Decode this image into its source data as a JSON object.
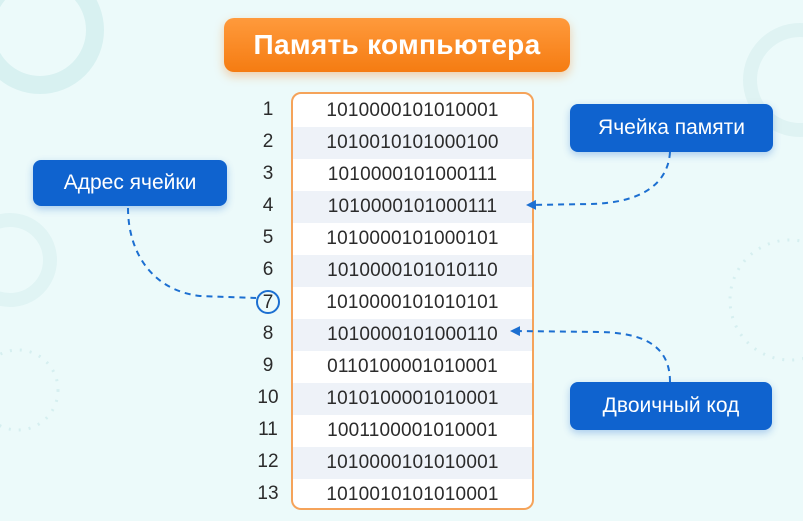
{
  "title": "Память компьютера",
  "labels": {
    "address": "Адрес ячейки",
    "cell": "Ячейка памяти",
    "binary": "Двоичный код"
  },
  "cells": [
    {
      "address": "1",
      "code": "1010000101010001"
    },
    {
      "address": "2",
      "code": "1010010101000100"
    },
    {
      "address": "3",
      "code": "1010000101000111"
    },
    {
      "address": "4",
      "code": "1010000101000111"
    },
    {
      "address": "5",
      "code": "1010000101000101"
    },
    {
      "address": "6",
      "code": "1010000101010110"
    },
    {
      "address": "7",
      "code": "1010000101010101"
    },
    {
      "address": "8",
      "code": "1010000101000110"
    },
    {
      "address": "9",
      "code": "0110100001010001"
    },
    {
      "address": "10",
      "code": "1010100001010001"
    },
    {
      "address": "11",
      "code": "1001100001010001"
    },
    {
      "address": "12",
      "code": "1010000101010001"
    },
    {
      "address": "13",
      "code": "1010010101010001"
    }
  ],
  "colors": {
    "accent_orange": "#f57c12",
    "callout_blue": "#0f63cf",
    "frame_border": "#f5a35a",
    "row_alt": "#eef2f8",
    "background": "#ecfafa"
  }
}
